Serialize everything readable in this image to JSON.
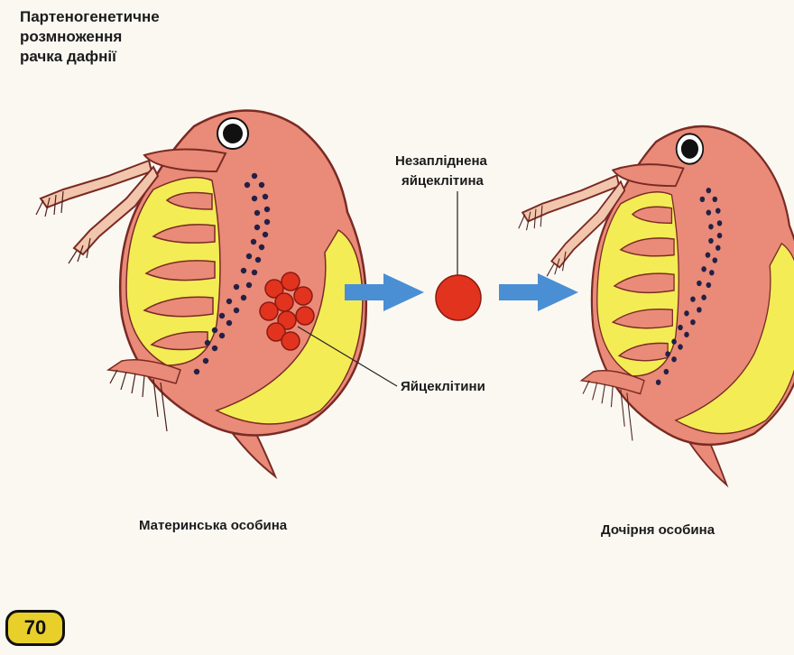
{
  "title_lines": [
    "Партеногенетичне",
    "розмноження",
    "рачка дафнії"
  ],
  "labels": {
    "unfertilized_line1": "Незапліднена",
    "unfertilized_line2": "яйцеклітина",
    "eggs": "Яйцеклітини",
    "mother": "Материнська особина",
    "daughter": "Дочірня особина"
  },
  "page_number": "70",
  "colors": {
    "body": "#e98b78",
    "body_outline": "#7a2a24",
    "yellow": "#f3ec55",
    "egg": "#e2331f",
    "arrow": "#4a8fd4",
    "dots": "#232047"
  },
  "icons": [
    "daphnia-mother",
    "daphnia-daughter",
    "arrow-right-icon",
    "egg-icon"
  ]
}
